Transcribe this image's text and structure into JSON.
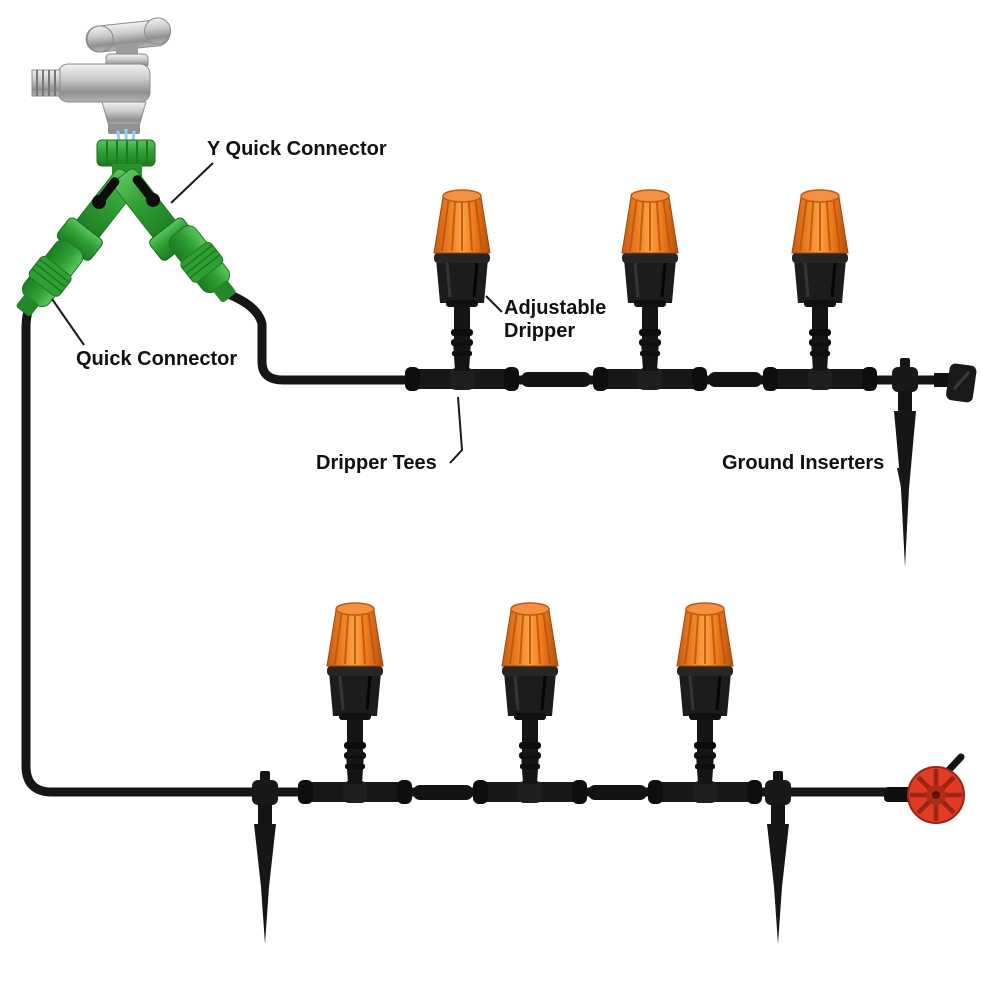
{
  "figure": {
    "background": "#ffffff"
  },
  "labels": {
    "y_quick_connector": "Y Quick Connector",
    "quick_connector": "Quick Connector",
    "adjustable_dripper_line1": "Adjustable",
    "adjustable_dripper_line2": "Dripper",
    "dripper_tees": "Dripper Tees",
    "ground_inserters": "Ground Inserters"
  },
  "components": [
    {
      "name": "faucet",
      "count": 1,
      "color": "#b5b5b5"
    },
    {
      "name": "y-quick-connector",
      "count": 1,
      "color": "#2f9e33"
    },
    {
      "name": "quick-connector",
      "count": 2,
      "color": "#2f9e33"
    },
    {
      "name": "adjustable-dripper",
      "count": 6,
      "color": "#ed7117"
    },
    {
      "name": "dripper-tee",
      "count": 6,
      "color": "#141414"
    },
    {
      "name": "ground-inserter",
      "count": 3,
      "color": "#141414"
    },
    {
      "name": "end-dripper",
      "count": 1,
      "color": "#e23b25"
    },
    {
      "name": "end-plug",
      "count": 1,
      "color": "#1a1a1a"
    },
    {
      "name": "tubing",
      "count": 1,
      "color": "#161616"
    }
  ],
  "colors": {
    "dripper_cap": "#ed7117",
    "connector_green": "#2f9e33",
    "tubing_black": "#161616",
    "end_dripper_red": "#e23b25",
    "water_blue": "#8fd0f0",
    "label_text": "#111111"
  }
}
